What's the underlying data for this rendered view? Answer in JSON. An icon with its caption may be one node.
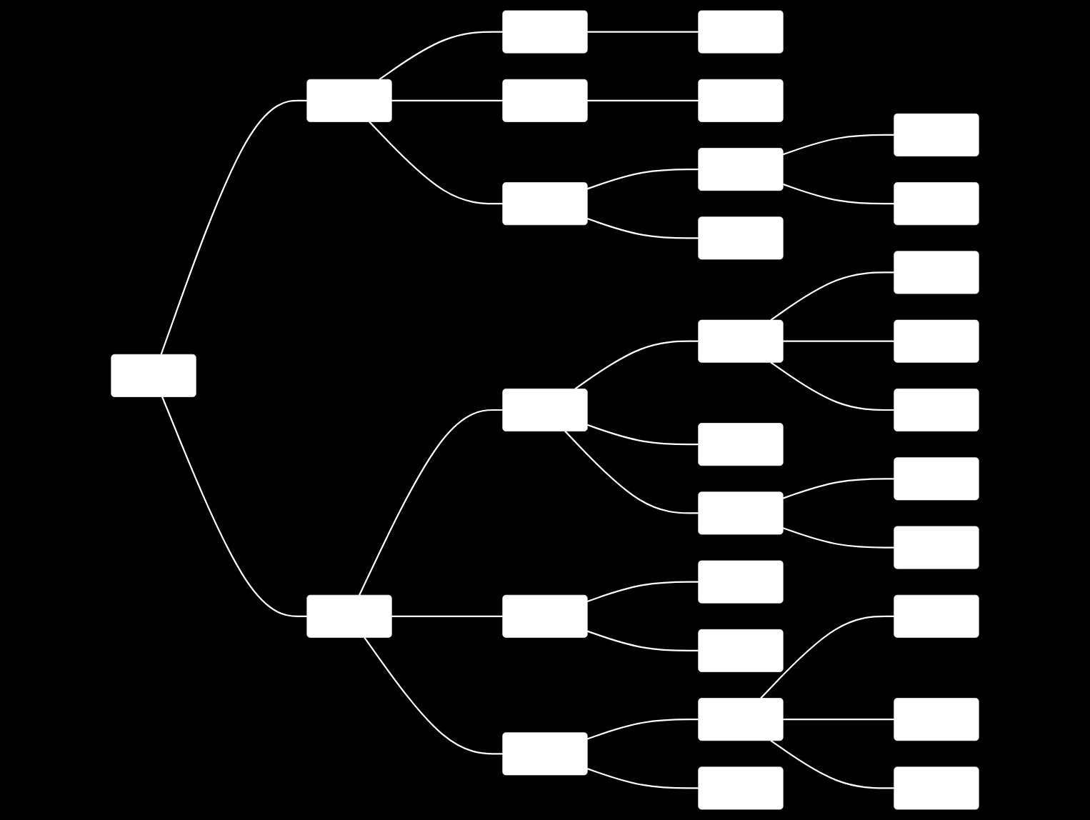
{
  "diagram": {
    "nodes": [
      {
        "text": [],
        "shape": "box"
      },
      {
        "text": [],
        "shape": "box"
      },
      {
        "text": [],
        "shape": "box"
      },
      {
        "text": [],
        "shape": "box"
      },
      {
        "text": [],
        "shape": "box"
      },
      {
        "text": [],
        "shape": "box"
      },
      {
        "text": [],
        "shape": "box"
      },
      {
        "text": [],
        "shape": "box"
      },
      {
        "text": [],
        "shape": "box"
      },
      {
        "text": [],
        "shape": "box"
      },
      {
        "text": [],
        "shape": "box"
      },
      {
        "text": [],
        "shape": "box"
      },
      {
        "text": [],
        "shape": "box"
      },
      {
        "text": [],
        "shape": "box"
      },
      {
        "text": [],
        "shape": "box"
      },
      {
        "text": [],
        "shape": "box"
      },
      {
        "text": [],
        "shape": "box"
      },
      {
        "text": [],
        "shape": "box"
      },
      {
        "text": [],
        "shape": "box"
      },
      {
        "text": [],
        "shape": "box"
      },
      {
        "text": [],
        "shape": "box"
      },
      {
        "text": [],
        "shape": "box"
      },
      {
        "text": [],
        "shape": "box"
      },
      {
        "text": [],
        "shape": "box"
      },
      {
        "text": [],
        "shape": "box"
      },
      {
        "text": [],
        "shape": "box"
      },
      {
        "text": [],
        "shape": "box"
      },
      {
        "text": [],
        "shape": "box"
      },
      {
        "text": [],
        "shape": "box"
      },
      {
        "text": [],
        "shape": "box"
      }
    ],
    "edges": [
      {
        "from": 0,
        "to": 1,
        "arrow": "none"
      },
      {
        "from": 0,
        "to": 2,
        "arrow": "none"
      },
      {
        "from": 1,
        "to": 3,
        "arrow": "none"
      },
      {
        "from": 1,
        "to": 4,
        "arrow": "none"
      },
      {
        "from": 1,
        "to": 5,
        "arrow": "none"
      },
      {
        "from": 2,
        "to": 6,
        "arrow": "none"
      },
      {
        "from": 2,
        "to": 7,
        "arrow": "none"
      },
      {
        "from": 2,
        "to": 8,
        "arrow": "none"
      },
      {
        "from": 3,
        "to": 9,
        "arrow": "none"
      },
      {
        "from": 4,
        "to": 10,
        "arrow": "none"
      },
      {
        "from": 5,
        "to": 11,
        "arrow": "none"
      },
      {
        "from": 5,
        "to": 12,
        "arrow": "none"
      },
      {
        "from": 6,
        "to": 13,
        "arrow": "none"
      },
      {
        "from": 6,
        "to": 14,
        "arrow": "none"
      },
      {
        "from": 6,
        "to": 15,
        "arrow": "none"
      },
      {
        "from": 7,
        "to": 16,
        "arrow": "none"
      },
      {
        "from": 7,
        "to": 17,
        "arrow": "none"
      },
      {
        "from": 8,
        "to": 18,
        "arrow": "none"
      },
      {
        "from": 8,
        "to": 19,
        "arrow": "none"
      },
      {
        "from": 11,
        "to": 20,
        "arrow": "none"
      },
      {
        "from": 11,
        "to": 21,
        "arrow": "none"
      },
      {
        "from": 13,
        "to": 22,
        "arrow": "none"
      },
      {
        "from": 13,
        "to": 23,
        "arrow": "none"
      },
      {
        "from": 13,
        "to": 24,
        "arrow": "none"
      },
      {
        "from": 15,
        "to": 25,
        "arrow": "none"
      },
      {
        "from": 15,
        "to": 26,
        "arrow": "none"
      },
      {
        "from": 18,
        "to": 27,
        "arrow": "none"
      },
      {
        "from": 18,
        "to": 28,
        "arrow": "none"
      },
      {
        "from": 18,
        "to": 29,
        "arrow": "none"
      }
    ]
  }
}
